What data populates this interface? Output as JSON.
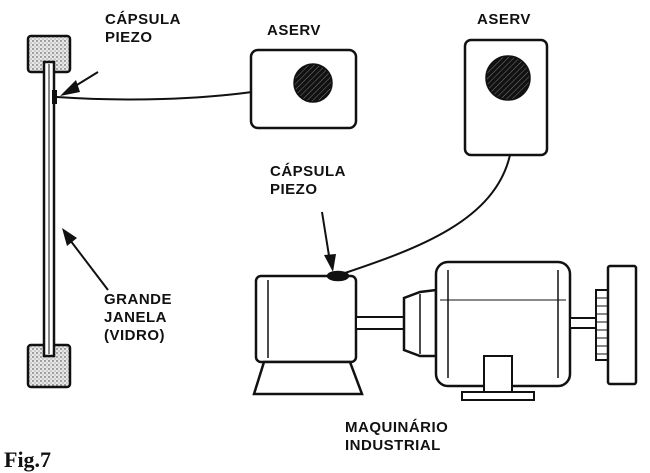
{
  "labels": {
    "capsula_top": [
      "CÁPSULA",
      "PIEZO"
    ],
    "aserv_left": "ASERV",
    "aserv_right": "ASERV",
    "capsula_mid": [
      "CÁPSULA",
      "PIEZO"
    ],
    "janela": [
      "GRANDE",
      "JANELA",
      "(VIDRO)"
    ],
    "maquinario": [
      "MAQUINÁRIO",
      "INDUSTRIAL"
    ],
    "figure": "Fig.7"
  }
}
